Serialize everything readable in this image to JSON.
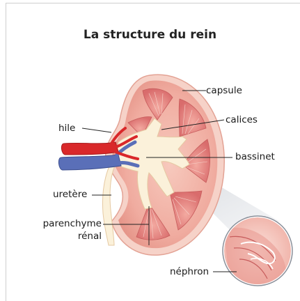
{
  "title": "La structure du rein",
  "labels": {
    "capsule": "capsule",
    "calices": "calices",
    "bassinet": "bassinet",
    "hile": "hile",
    "uretere": "uretère",
    "parenchyme_line1": "parenchyme",
    "parenchyme_line2": "rénal",
    "nephron": "néphron"
  },
  "colors": {
    "cortex": "#f2b3a8",
    "medulla": "#e58a86",
    "pelvis": "#fbf1da",
    "artery": "#d9282a",
    "vein": "#5a6fb8",
    "capsule": "#f6d2c8"
  }
}
